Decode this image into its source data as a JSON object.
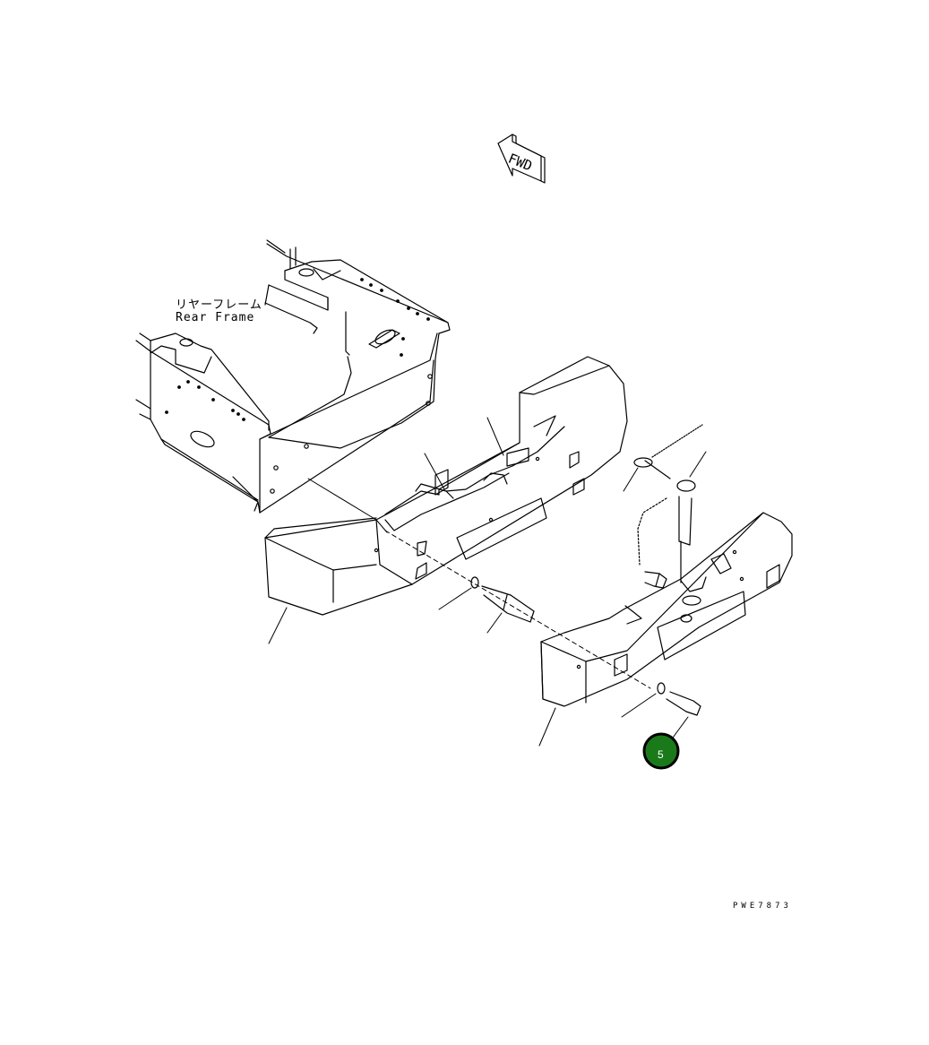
{
  "fwd_marker": {
    "text": "FWD"
  },
  "rear_frame_label": {
    "japanese": "リヤーフレーム",
    "english": "Rear Frame"
  },
  "drawing_id": "PWE7873",
  "callout": {
    "number": "5",
    "fill_color": "#1a7a1a",
    "border_color": "#000000"
  }
}
